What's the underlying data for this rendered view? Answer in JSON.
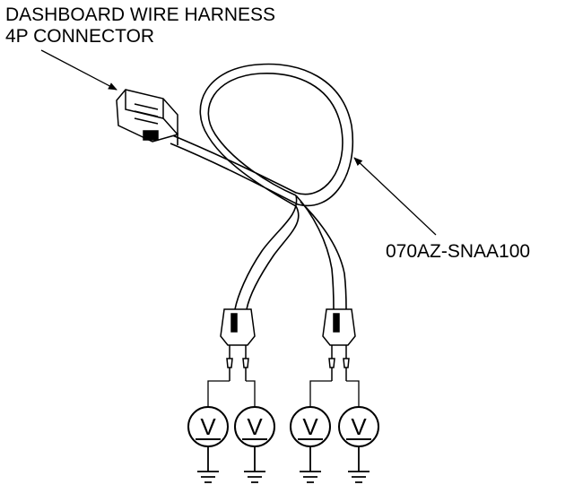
{
  "callouts": {
    "connector_line1": "DASHBOARD WIRE HARNESS",
    "connector_line2": "4P CONNECTOR",
    "tool_part_number": "070AZ-SNAA100"
  },
  "symbols": {
    "meter_glyph": "V",
    "meter_count": 4
  }
}
